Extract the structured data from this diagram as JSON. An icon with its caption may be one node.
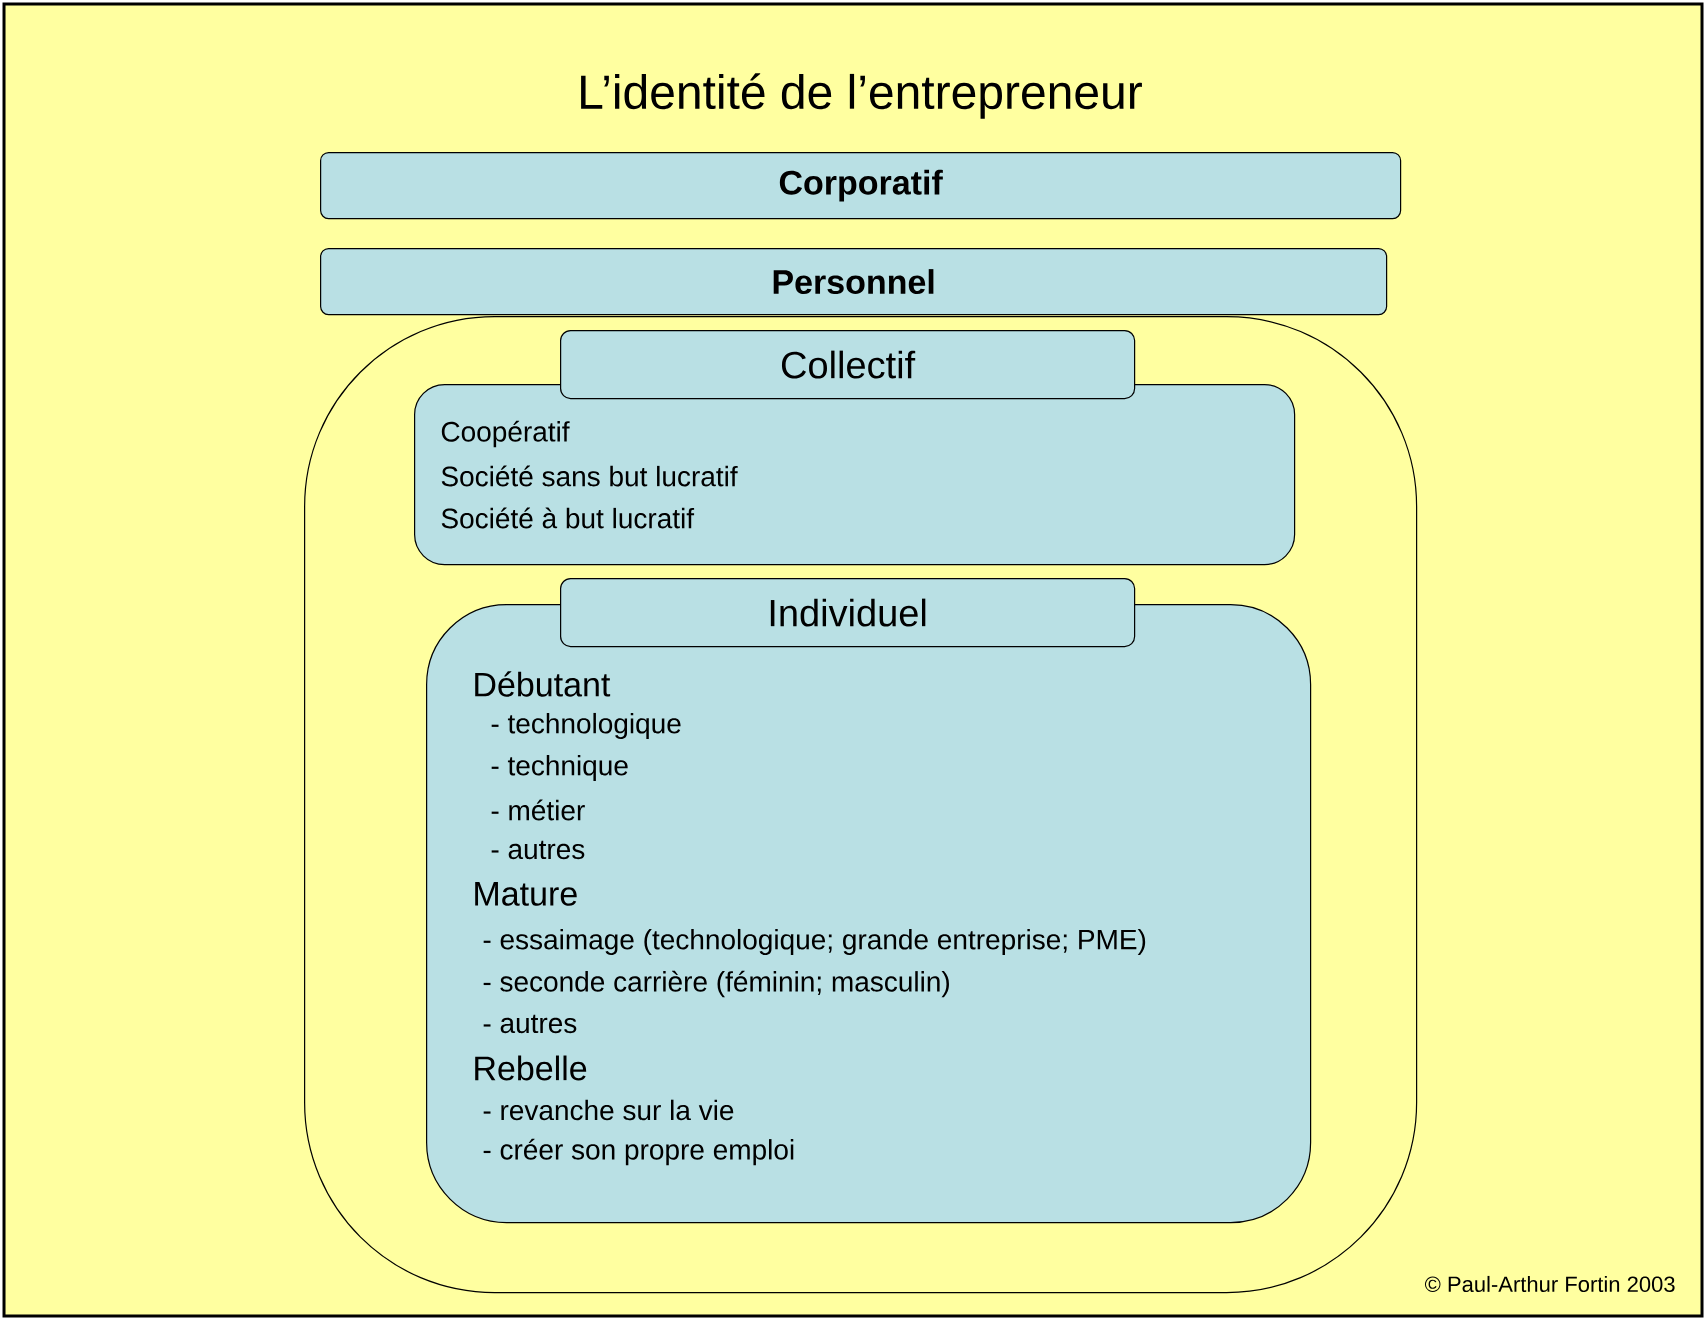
{
  "diagram": {
    "title": "L’identité de l’entrepreneur",
    "nodes": [
      {
        "text": [
          "Corporatif"
        ]
      },
      {
        "text": [
          "Personnel"
        ]
      },
      {
        "text": [],
        "shape": "box"
      },
      {
        "text": [
          "Collectif"
        ],
        "in": 2
      },
      {
        "text": [
          "Coopératif",
          "Société sans but lucratif",
          "Société à but lucratif"
        ],
        "in": 2
      },
      {
        "text": [
          "Individuel"
        ],
        "in": 2
      },
      {
        "text": [
          "Débutant",
          "- technologique",
          "- technique",
          "- métier",
          "- autres",
          "Mature",
          "- essaimage (technologique; grande entreprise; PME)",
          "- seconde carrière (féminin; masculin)",
          "- autres",
          "Rebelle",
          "- revanche sur la vie",
          "- créer son propre emploi"
        ],
        "in": 2
      }
    ],
    "labels": [
      "© Paul-Arthur Fortin 2003"
    ]
  }
}
